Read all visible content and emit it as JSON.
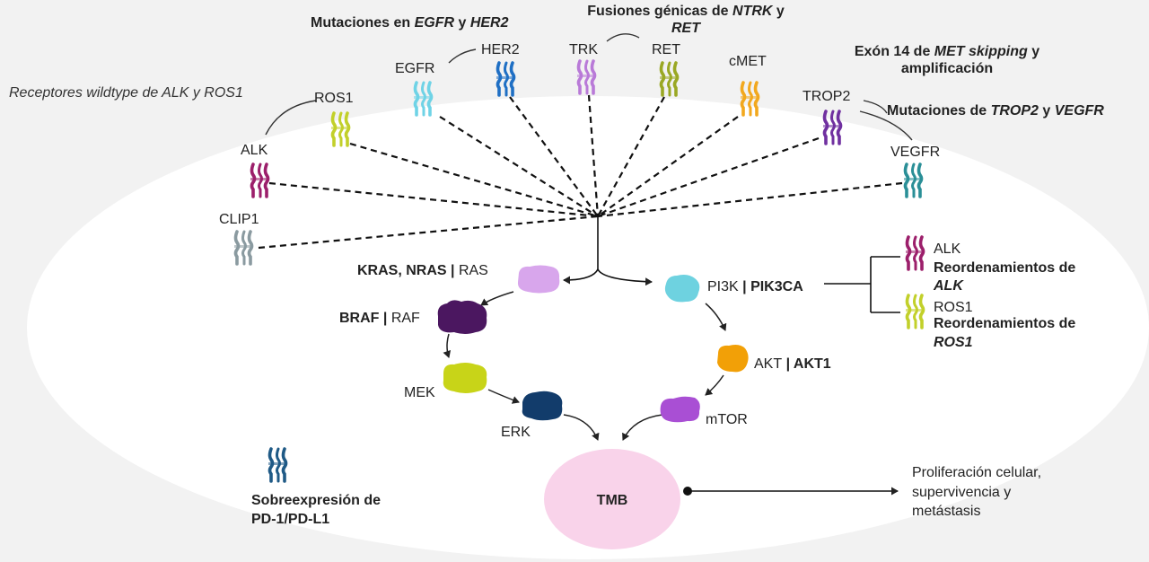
{
  "colors": {
    "background": "#f2f2f2",
    "cell": "#ffffff",
    "tmb": "#f9d3ea",
    "ALK": "#9c1f6b",
    "ROS1": "#c2d02a",
    "EGFR": "#6fd3e6",
    "HER2": "#1f6fc4",
    "TRK": "#b97ad8",
    "RET": "#9aa824",
    "cMET": "#f2a81e",
    "TROP2": "#7030a0",
    "VEGFR": "#2a8f97",
    "CLIP1": "#8a9aa0",
    "PD1": "#1f5a86",
    "RAS": "#d8a6ec",
    "RAF": "#4b1760",
    "MEK": "#c8d418",
    "ERK": "#123c6b",
    "PI3K": "#6ed2e0",
    "AKT": "#f2a007",
    "mTOR": "#a94fd4"
  },
  "headings": {
    "egfr_her2": {
      "pre": "Mutaciones en ",
      "g1": "EGFR",
      "mid": " y ",
      "g2": "HER2"
    },
    "ntrk_ret": {
      "pre": "Fusiones génicas de ",
      "g1": "NTRK",
      "mid": " y",
      "g2": "RET"
    },
    "met": {
      "pre": "Exón 14 de ",
      "g1": "MET skipping",
      "mid": " y",
      "line2": "amplificación"
    },
    "trop2": {
      "pre": "Mutaciones de ",
      "g1": "TROP2",
      "mid": " y ",
      "g2": "VEGFR"
    },
    "wildtype": "Receptores wildtype de ALK y ROS1"
  },
  "receptors": {
    "ALK": "ALK",
    "ROS1": "ROS1",
    "EGFR": "EGFR",
    "HER2": "HER2",
    "TRK": "TRK",
    "RET": "RET",
    "cMET": "cMET",
    "TROP2": "TROP2",
    "VEGFR": "VEGFR",
    "CLIP1": "CLIP1"
  },
  "pathway": {
    "ras_genes": "KRAS, NRAS",
    "ras": "RAS",
    "raf_gene": "BRAF",
    "raf": "RAF",
    "mek": "MEK",
    "erk": "ERK",
    "pi3k": "PI3K",
    "pi3k_gene": "PIK3CA",
    "akt": "AKT",
    "akt_gene": "AKT1",
    "mtor": "mTOR",
    "tmb": "TMB"
  },
  "rearrangements": {
    "alk_label": "ALK",
    "alk_title": "Reordenamientos de",
    "alk_gene": "ALK",
    "ros1_label": "ROS1",
    "ros1_title": "Reordenamientos de",
    "ros1_gene": "ROS1"
  },
  "pd1": {
    "line1": "Sobreexpresión de",
    "line2": "PD-1/PD-L1"
  },
  "outcome": {
    "line1": "Proliferación celular,",
    "line2": "supervivencia y",
    "line3": "metástasis"
  }
}
